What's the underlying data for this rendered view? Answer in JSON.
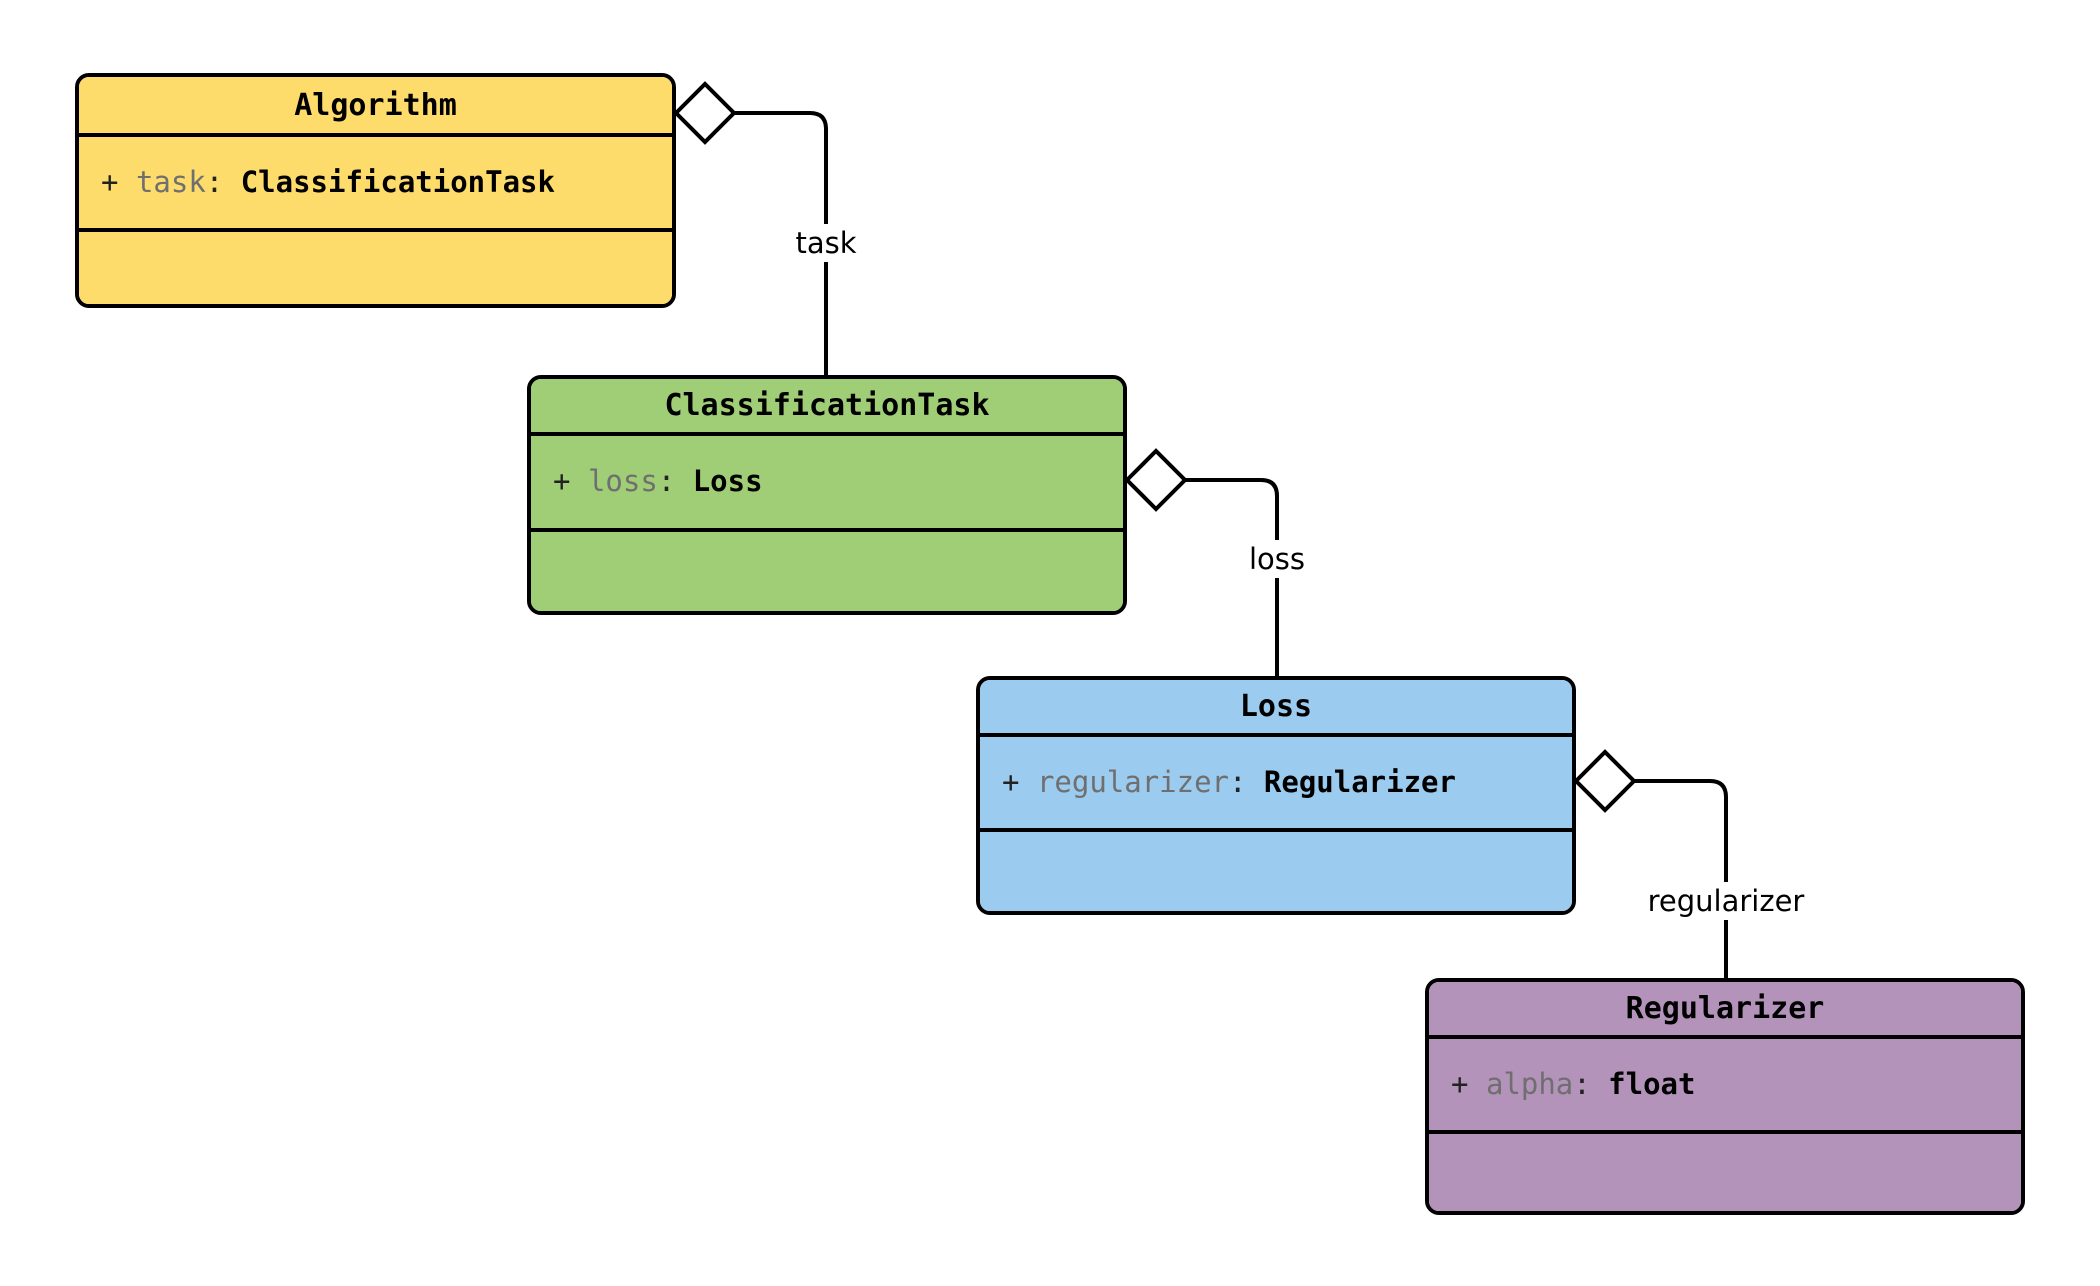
{
  "diagram": {
    "type": "uml-class-diagram",
    "title": "",
    "background_color": "#ffffff",
    "line_color": "#000000"
  },
  "classes": [
    {
      "id": "algorithm",
      "name": "Algorithm",
      "fill_color": "#fddc6b",
      "attributes": [
        {
          "visibility": "+",
          "name": "task",
          "separator": ": ",
          "type": "ClassificationTask"
        }
      ],
      "methods": []
    },
    {
      "id": "classification-task",
      "name": "ClassificationTask",
      "fill_color": "#9fce76",
      "attributes": [
        {
          "visibility": "+",
          "name": "loss",
          "separator": ": ",
          "type": "Loss"
        }
      ],
      "methods": []
    },
    {
      "id": "loss",
      "name": "Loss",
      "fill_color": "#9bcbee",
      "attributes": [
        {
          "visibility": "+",
          "name": "regularizer",
          "separator": ": ",
          "type": "Regularizer"
        }
      ],
      "methods": []
    },
    {
      "id": "regularizer",
      "name": "Regularizer",
      "fill_color": "#b393ba",
      "attributes": [
        {
          "visibility": "+",
          "name": "alpha",
          "separator": ": ",
          "type": "float"
        }
      ],
      "methods": []
    }
  ],
  "relationships": [
    {
      "id": "rel-task",
      "kind": "aggregation",
      "from": "algorithm",
      "to": "classification-task",
      "label": "task"
    },
    {
      "id": "rel-loss",
      "kind": "aggregation",
      "from": "classification-task",
      "to": "loss",
      "label": "loss"
    },
    {
      "id": "rel-regularizer",
      "kind": "aggregation",
      "from": "loss",
      "to": "regularizer",
      "label": "regularizer"
    }
  ]
}
